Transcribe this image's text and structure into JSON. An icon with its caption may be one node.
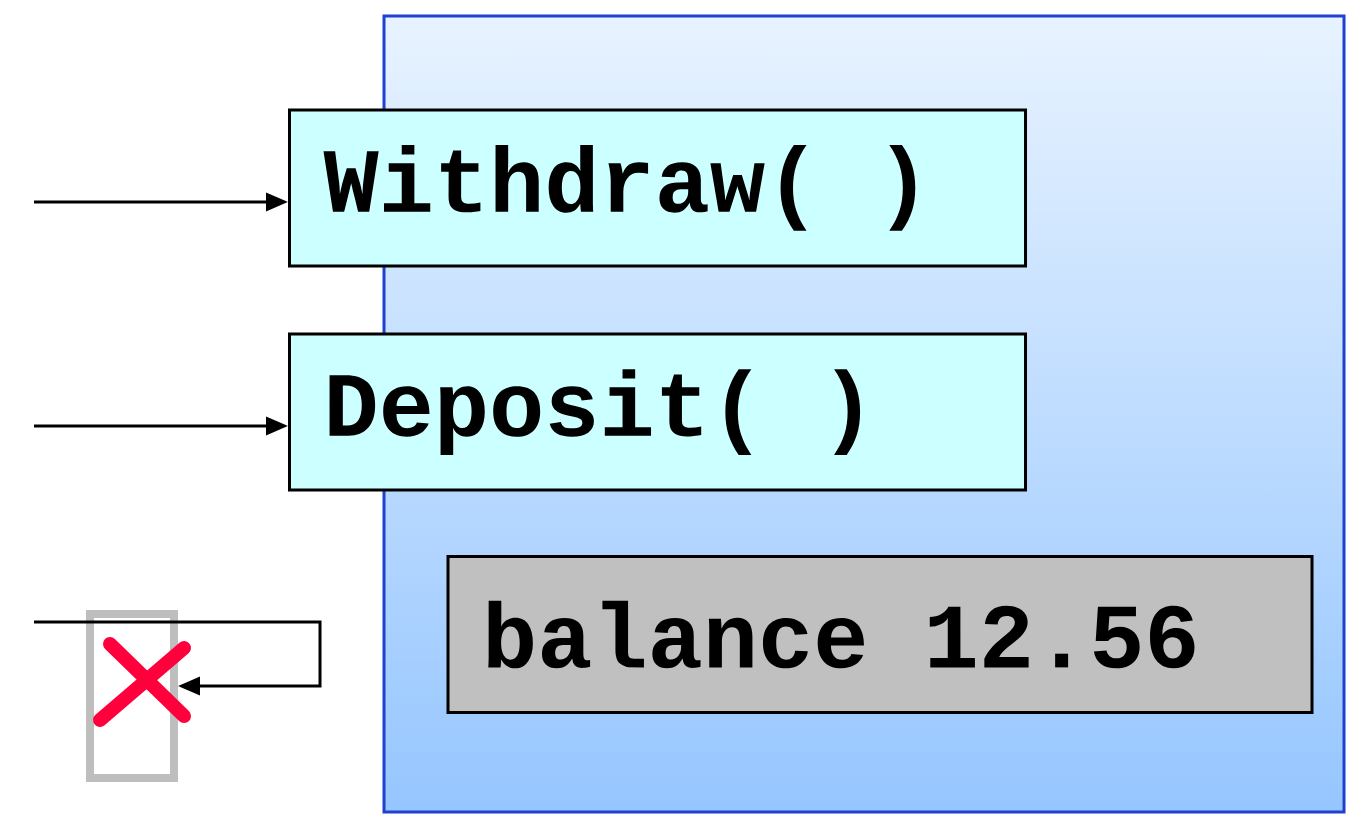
{
  "diagram": {
    "nodes": [
      {
        "text": [],
        "shape": "box"
      },
      {
        "text": [
          "Withdraw( )"
        ]
      },
      {
        "text": [
          "Deposit( )"
        ]
      },
      {
        "text": [
          "balance 12.56"
        ],
        "in": 0
      },
      {
        "text": [],
        "shape": "box"
      }
    ],
    "edges": [
      {
        "from": null,
        "to": 1,
        "arrow": "to"
      },
      {
        "from": null,
        "to": 2,
        "arrow": "to"
      },
      {
        "from": null,
        "to": 4,
        "arrow": "to"
      }
    ]
  }
}
